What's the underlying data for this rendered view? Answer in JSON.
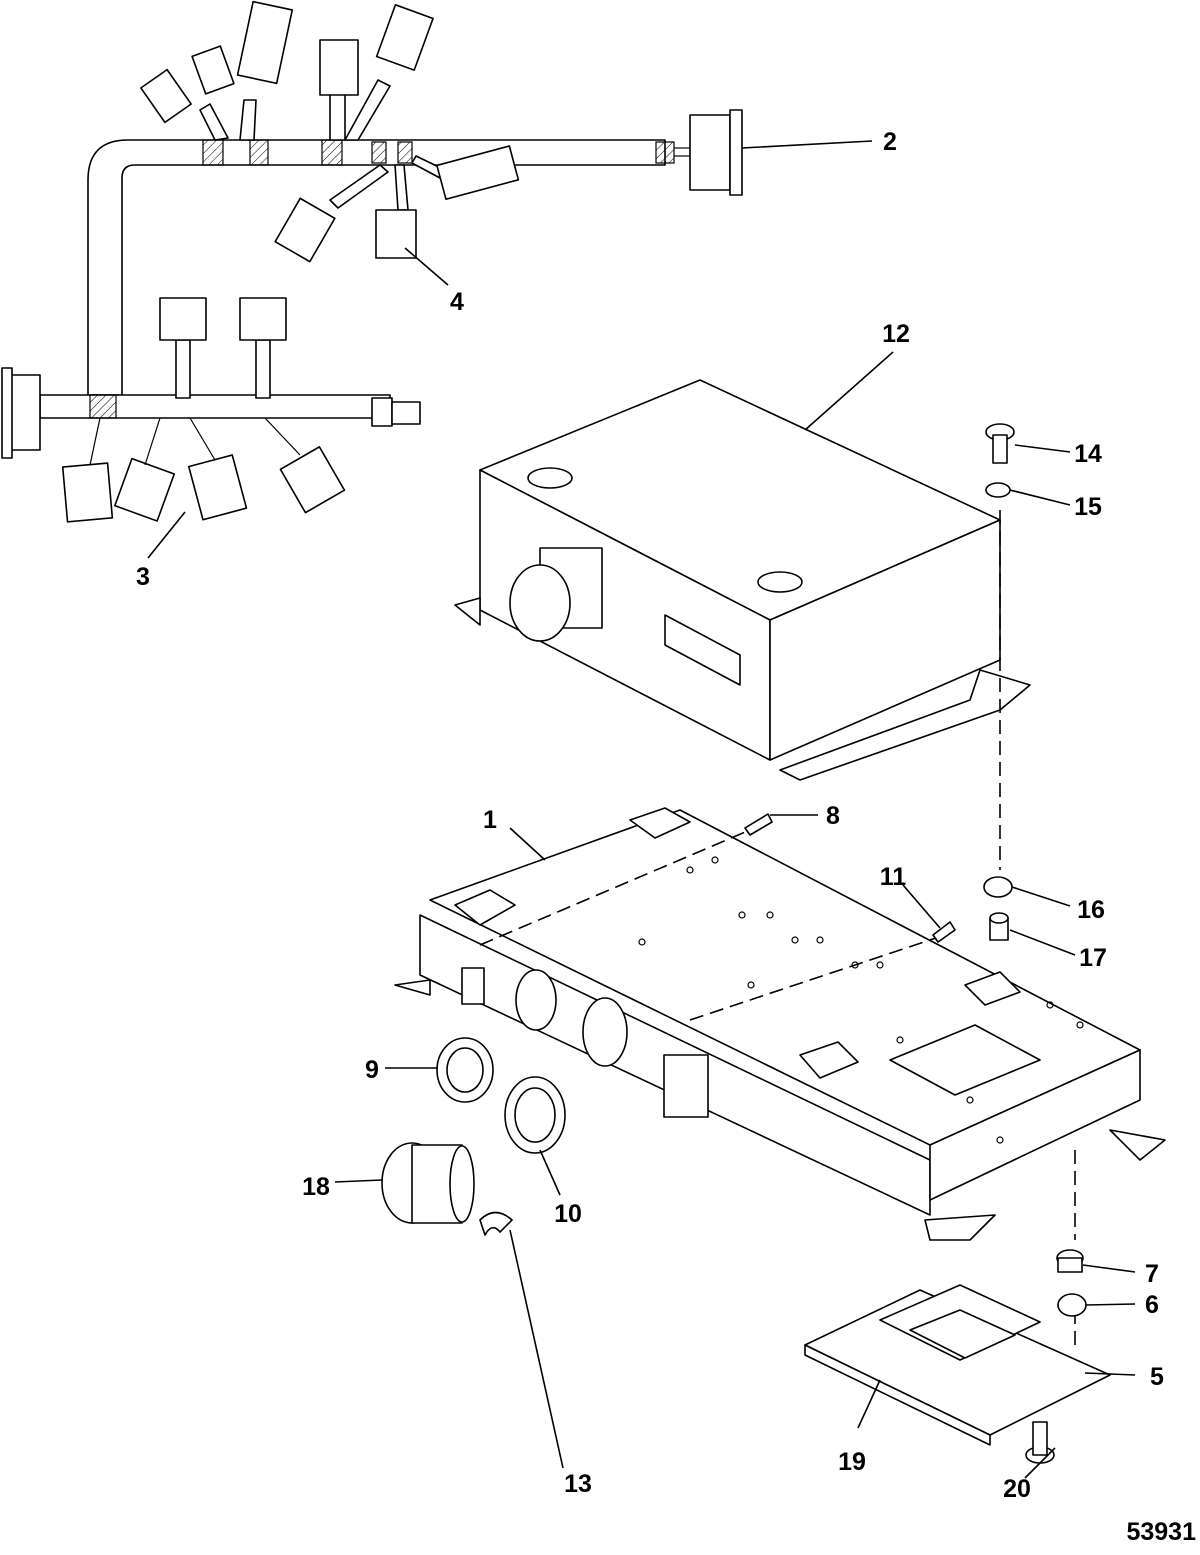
{
  "diagram": {
    "figure_number": "53931",
    "callouts": [
      {
        "id": "c1",
        "label": "1"
      },
      {
        "id": "c2",
        "label": "2"
      },
      {
        "id": "c3",
        "label": "3"
      },
      {
        "id": "c4",
        "label": "4"
      },
      {
        "id": "c5",
        "label": "5"
      },
      {
        "id": "c6",
        "label": "6"
      },
      {
        "id": "c7",
        "label": "7"
      },
      {
        "id": "c8",
        "label": "8"
      },
      {
        "id": "c9",
        "label": "9"
      },
      {
        "id": "c10",
        "label": "10"
      },
      {
        "id": "c11",
        "label": "11"
      },
      {
        "id": "c12",
        "label": "12"
      },
      {
        "id": "c13",
        "label": "13"
      },
      {
        "id": "c14",
        "label": "14"
      },
      {
        "id": "c15",
        "label": "15"
      },
      {
        "id": "c16",
        "label": "16"
      },
      {
        "id": "c17",
        "label": "17"
      },
      {
        "id": "c18",
        "label": "18"
      },
      {
        "id": "c19",
        "label": "19"
      },
      {
        "id": "c20",
        "label": "20"
      }
    ]
  }
}
